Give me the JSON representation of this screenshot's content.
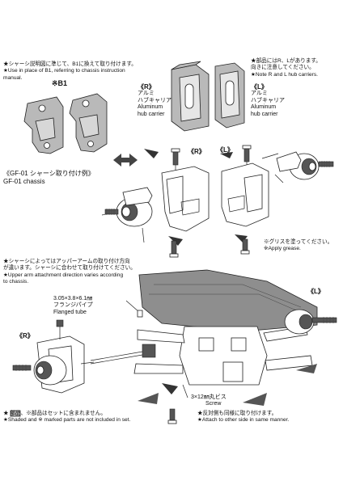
{
  "top_left_note": {
    "line1": "★シャーシ説明図に準じて、B1に換えて取り付けます。",
    "line2": "★Use in place of B1, referring to chassis instruction",
    "line3": "manual."
  },
  "top_right_note": {
    "line1": "★部品にはR、Lがあります。",
    "line2": "向きに注意してください。",
    "line3": "★Note R and L hub carriers."
  },
  "b1_label": "※B1",
  "hub_r": {
    "mark": "《R》",
    "jp1": "アルミ",
    "jp2": "ハブキャリア",
    "en1": "Aluminum",
    "en2": "hub carrier"
  },
  "hub_l": {
    "mark": "《L》",
    "jp1": "アルミ",
    "jp2": "ハブキャリア",
    "en1": "Aluminum",
    "en2": "hub carrier"
  },
  "chassis_label": {
    "jp": "《GF-01 シャーシ取り付け例》",
    "en": "GF-01 chassis"
  },
  "assembly_r_mark": "《R》",
  "assembly_l_mark": "《L》",
  "grease_note": {
    "jp": "※グリスを塗ってください。",
    "en": "※Apply grease."
  },
  "upper_arm_note": {
    "line1": "★シャーシによってはアッパーアームの取り付け方向",
    "line2": "が違います。シャーシに合わせて取り付けてください。",
    "line3": "★Upper arm attachment direction varies according",
    "line4": "to chassis."
  },
  "flanged_tube": {
    "size": "3.05×3.8×6.1㎜",
    "jp": "フランジパイプ",
    "en": "Flanged tube"
  },
  "screw": {
    "jp": "3×12㎜丸ビス",
    "en": "Screw"
  },
  "bottom_r_mark": "《R》",
  "bottom_l_mark": "《L》",
  "shaded_note": {
    "jp": "★      部品、※部品はセットに含まれません。",
    "en": "★Shaded and ※ marked parts are not included in set."
  },
  "other_side_note": {
    "jp": "★反対側も同様に取り付けます。",
    "en": "★Attach to other side in same manner."
  }
}
